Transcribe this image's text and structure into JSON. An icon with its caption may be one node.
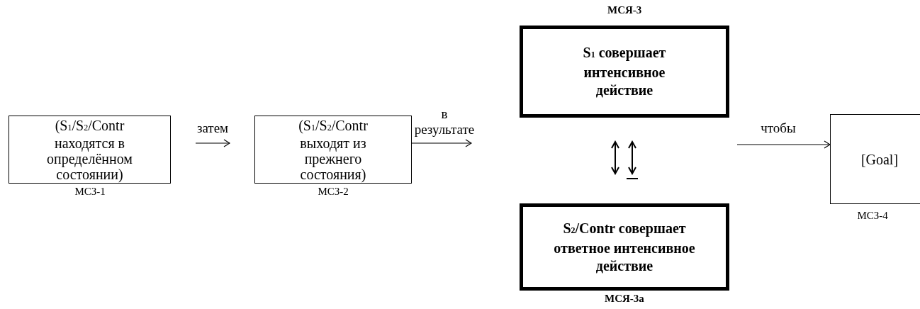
{
  "diagram": {
    "nodes": [
      {
        "text": [
          "(S$_{1}$/S$_{2}$/Contr находятся в определённом состоянии)"
        ],
        "beside": [
          "МСЗ-1"
        ]
      },
      {
        "text": [
          "(S$_{1}$/S$_{2}$/Contr выходят из прежнего состояния)"
        ],
        "beside": [
          "МСЗ-2"
        ]
      },
      {
        "text": [
          "S$_{1}$ совершает интенсивное действие"
        ],
        "beside": [
          "МСЯ-3"
        ]
      },
      {
        "text": [
          "S$_{2}$/Contr совершает ответное интенсивное действие"
        ],
        "beside": [
          "МСЯ-3а"
        ]
      },
      {
        "text": [
          "[Goal]"
        ],
        "beside": [
          "МСЗ-4"
        ]
      }
    ],
    "edges": [
      {
        "from": 0,
        "to": 1,
        "arrow": "to",
        "label": "затем"
      },
      {
        "from": 1,
        "to": null,
        "arrow": "to",
        "label": "в результате"
      },
      {
        "from": 2,
        "to": 3,
        "arrow": "both"
      },
      {
        "from": 2,
        "to": 3,
        "arrow": "both"
      },
      {
        "from": null,
        "to": 4,
        "arrow": "to",
        "label": "чтобы"
      }
    ]
  }
}
